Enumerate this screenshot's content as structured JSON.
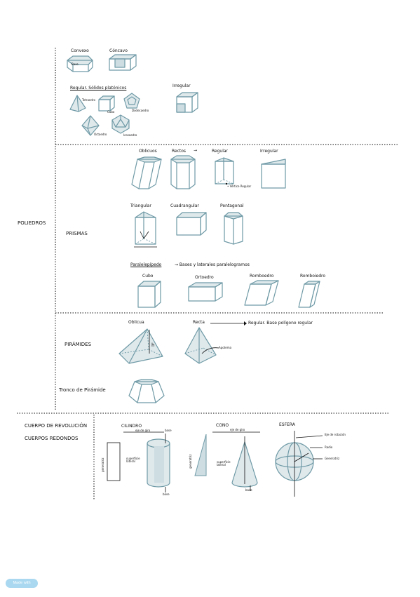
{
  "sections": {
    "poliedros": "POLIEDROS",
    "prismas": "PRISMAS",
    "piramides": "PIRÁMIDES",
    "tronco": "Tronco de Pirámide",
    "cuerpo_revolucion": "CUERPO DE REVOLUCIÓN",
    "cuerpos_redondos": "CUERPOS REDONDOS"
  },
  "top": {
    "convexo": "Convexo",
    "concavo": "Cóncavo",
    "base_label": "Base",
    "regular_label": "Regular. Sólidos platónicos",
    "irregular_label": "Irregular",
    "tetraedro": "Tetraedro",
    "cubo": "Cubo",
    "dodecaedro": "Dodecaedro",
    "octaedro": "Octaedro",
    "icosaedro": "Icosaedro"
  },
  "prismas": {
    "oblicuos": "Oblicuos",
    "rectos": "Rectos",
    "arrow_1": "→",
    "regular": "Regular",
    "irregular": "Irregular",
    "vertex_note": "• Vértice Regular",
    "triangular": "Triangular",
    "cuadrangular": "Cuadrangular",
    "pentagonal": "Pentagonal",
    "paralelepipedo": "Paralelepípedo",
    "paralelepipedo_desc": "→ Bases y laterales paralelogramos",
    "cubo": "Cubo",
    "ortoedro": "Ortoedro",
    "romboedro": "Romboedro",
    "romboiedro": "Romboiedro"
  },
  "piramides": {
    "oblicua": "Oblicua",
    "recta": "Recta",
    "arrow_2": "→",
    "regular_desc": "Regular. Base polígono regular",
    "h_label": "h",
    "apotema": "Apotema"
  },
  "redondos": {
    "cilindro": "CILINDRO",
    "cono": "CONO",
    "esfera": "ESFERA",
    "eje_giro": "eje de giro",
    "generatriz": "generatriz",
    "superficie_lateral": "superficie lateral",
    "base": "base",
    "eje_rotacion": "Eje de rotación",
    "radio": "Radio",
    "generatriz_cap": "Generatriz"
  },
  "badge": "Made with Goodnotes",
  "colors": {
    "shape_fill": "#dfe9ec",
    "shape_stroke": "#6f9aa6",
    "badge": "#a9d8f0"
  }
}
